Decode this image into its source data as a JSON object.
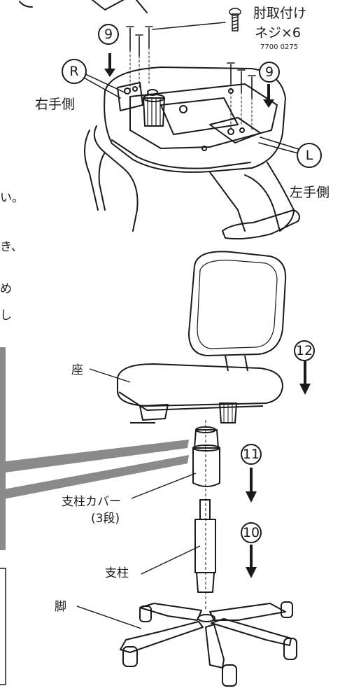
{
  "screw": {
    "name": "肘取付け",
    "count": "ネジ×6",
    "code": "7700 0275"
  },
  "steps": {
    "s9a": "9",
    "s9b": "9",
    "s10": "10",
    "s11": "11",
    "s12": "12"
  },
  "markers": {
    "right": "R",
    "left": "L"
  },
  "sides": {
    "right": "右手側",
    "left": "左手側"
  },
  "parts": {
    "seat": "座",
    "column_cover": "支柱カバー",
    "column_cover_sub": "(3段)",
    "column": "支柱",
    "base": "脚"
  },
  "fragments": {
    "f1": "い。",
    "f2": "き、",
    "f3": "め",
    "f4": "し"
  },
  "colors": {
    "line": "#1a1a1a",
    "gray_panel": "#8a8a8a"
  }
}
